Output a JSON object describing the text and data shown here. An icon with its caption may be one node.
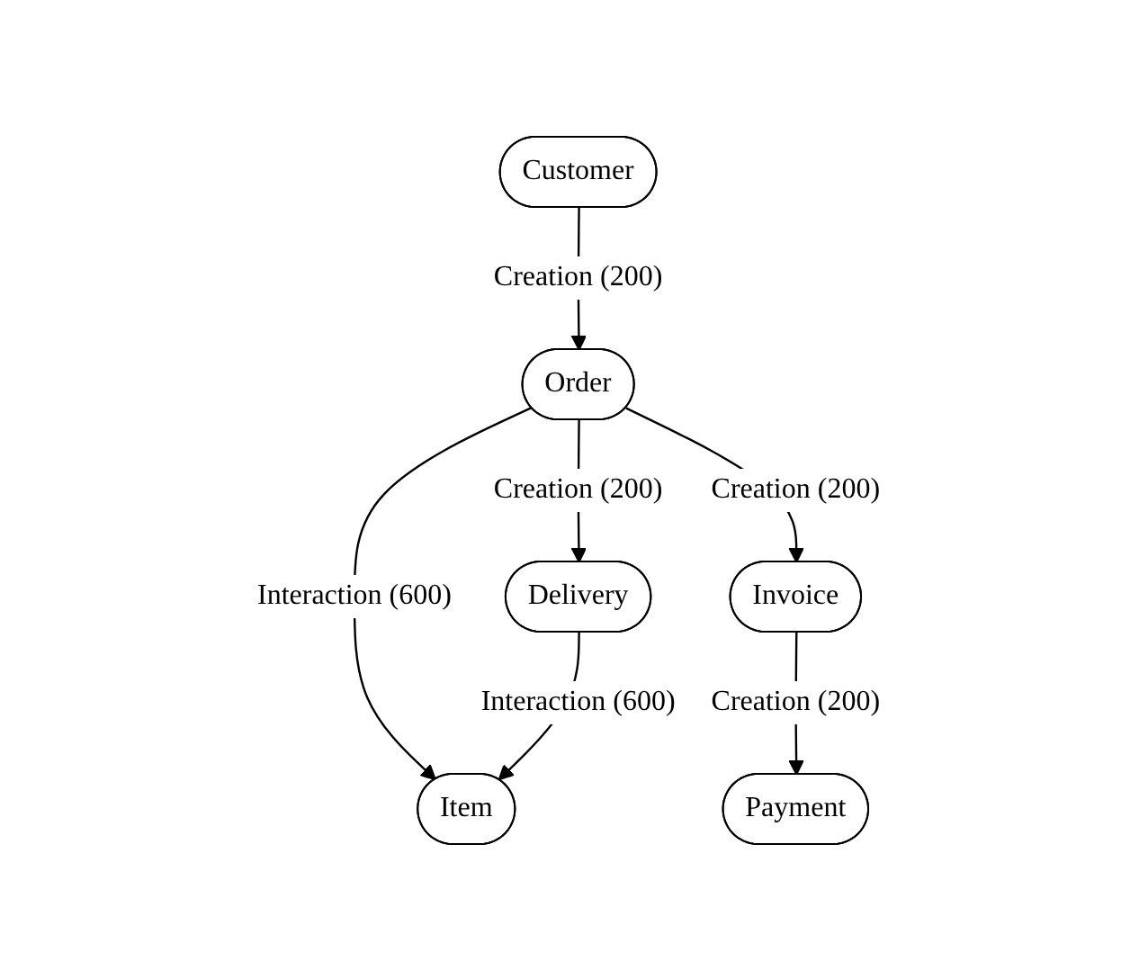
{
  "diagram": {
    "nodes": [
      {
        "text": [
          "Customer"
        ]
      },
      {
        "text": [
          "Order"
        ]
      },
      {
        "text": [
          "Delivery"
        ]
      },
      {
        "text": [
          "Invoice"
        ]
      },
      {
        "text": [
          "Item"
        ]
      },
      {
        "text": [
          "Payment"
        ]
      }
    ],
    "edges": [
      {
        "from": 0,
        "to": 1,
        "arrow": "to",
        "label": "Creation (200)"
      },
      {
        "from": 1,
        "to": 4,
        "arrow": "to",
        "label": "Interaction (600)"
      },
      {
        "from": 1,
        "to": 2,
        "arrow": "to",
        "label": "Creation (200)"
      },
      {
        "from": 1,
        "to": 3,
        "arrow": "to",
        "label": "Creation (200)"
      },
      {
        "from": 2,
        "to": 4,
        "arrow": "to",
        "label": "Interaction (600)"
      },
      {
        "from": 3,
        "to": 5,
        "arrow": "to",
        "label": "Creation (200)"
      }
    ]
  }
}
